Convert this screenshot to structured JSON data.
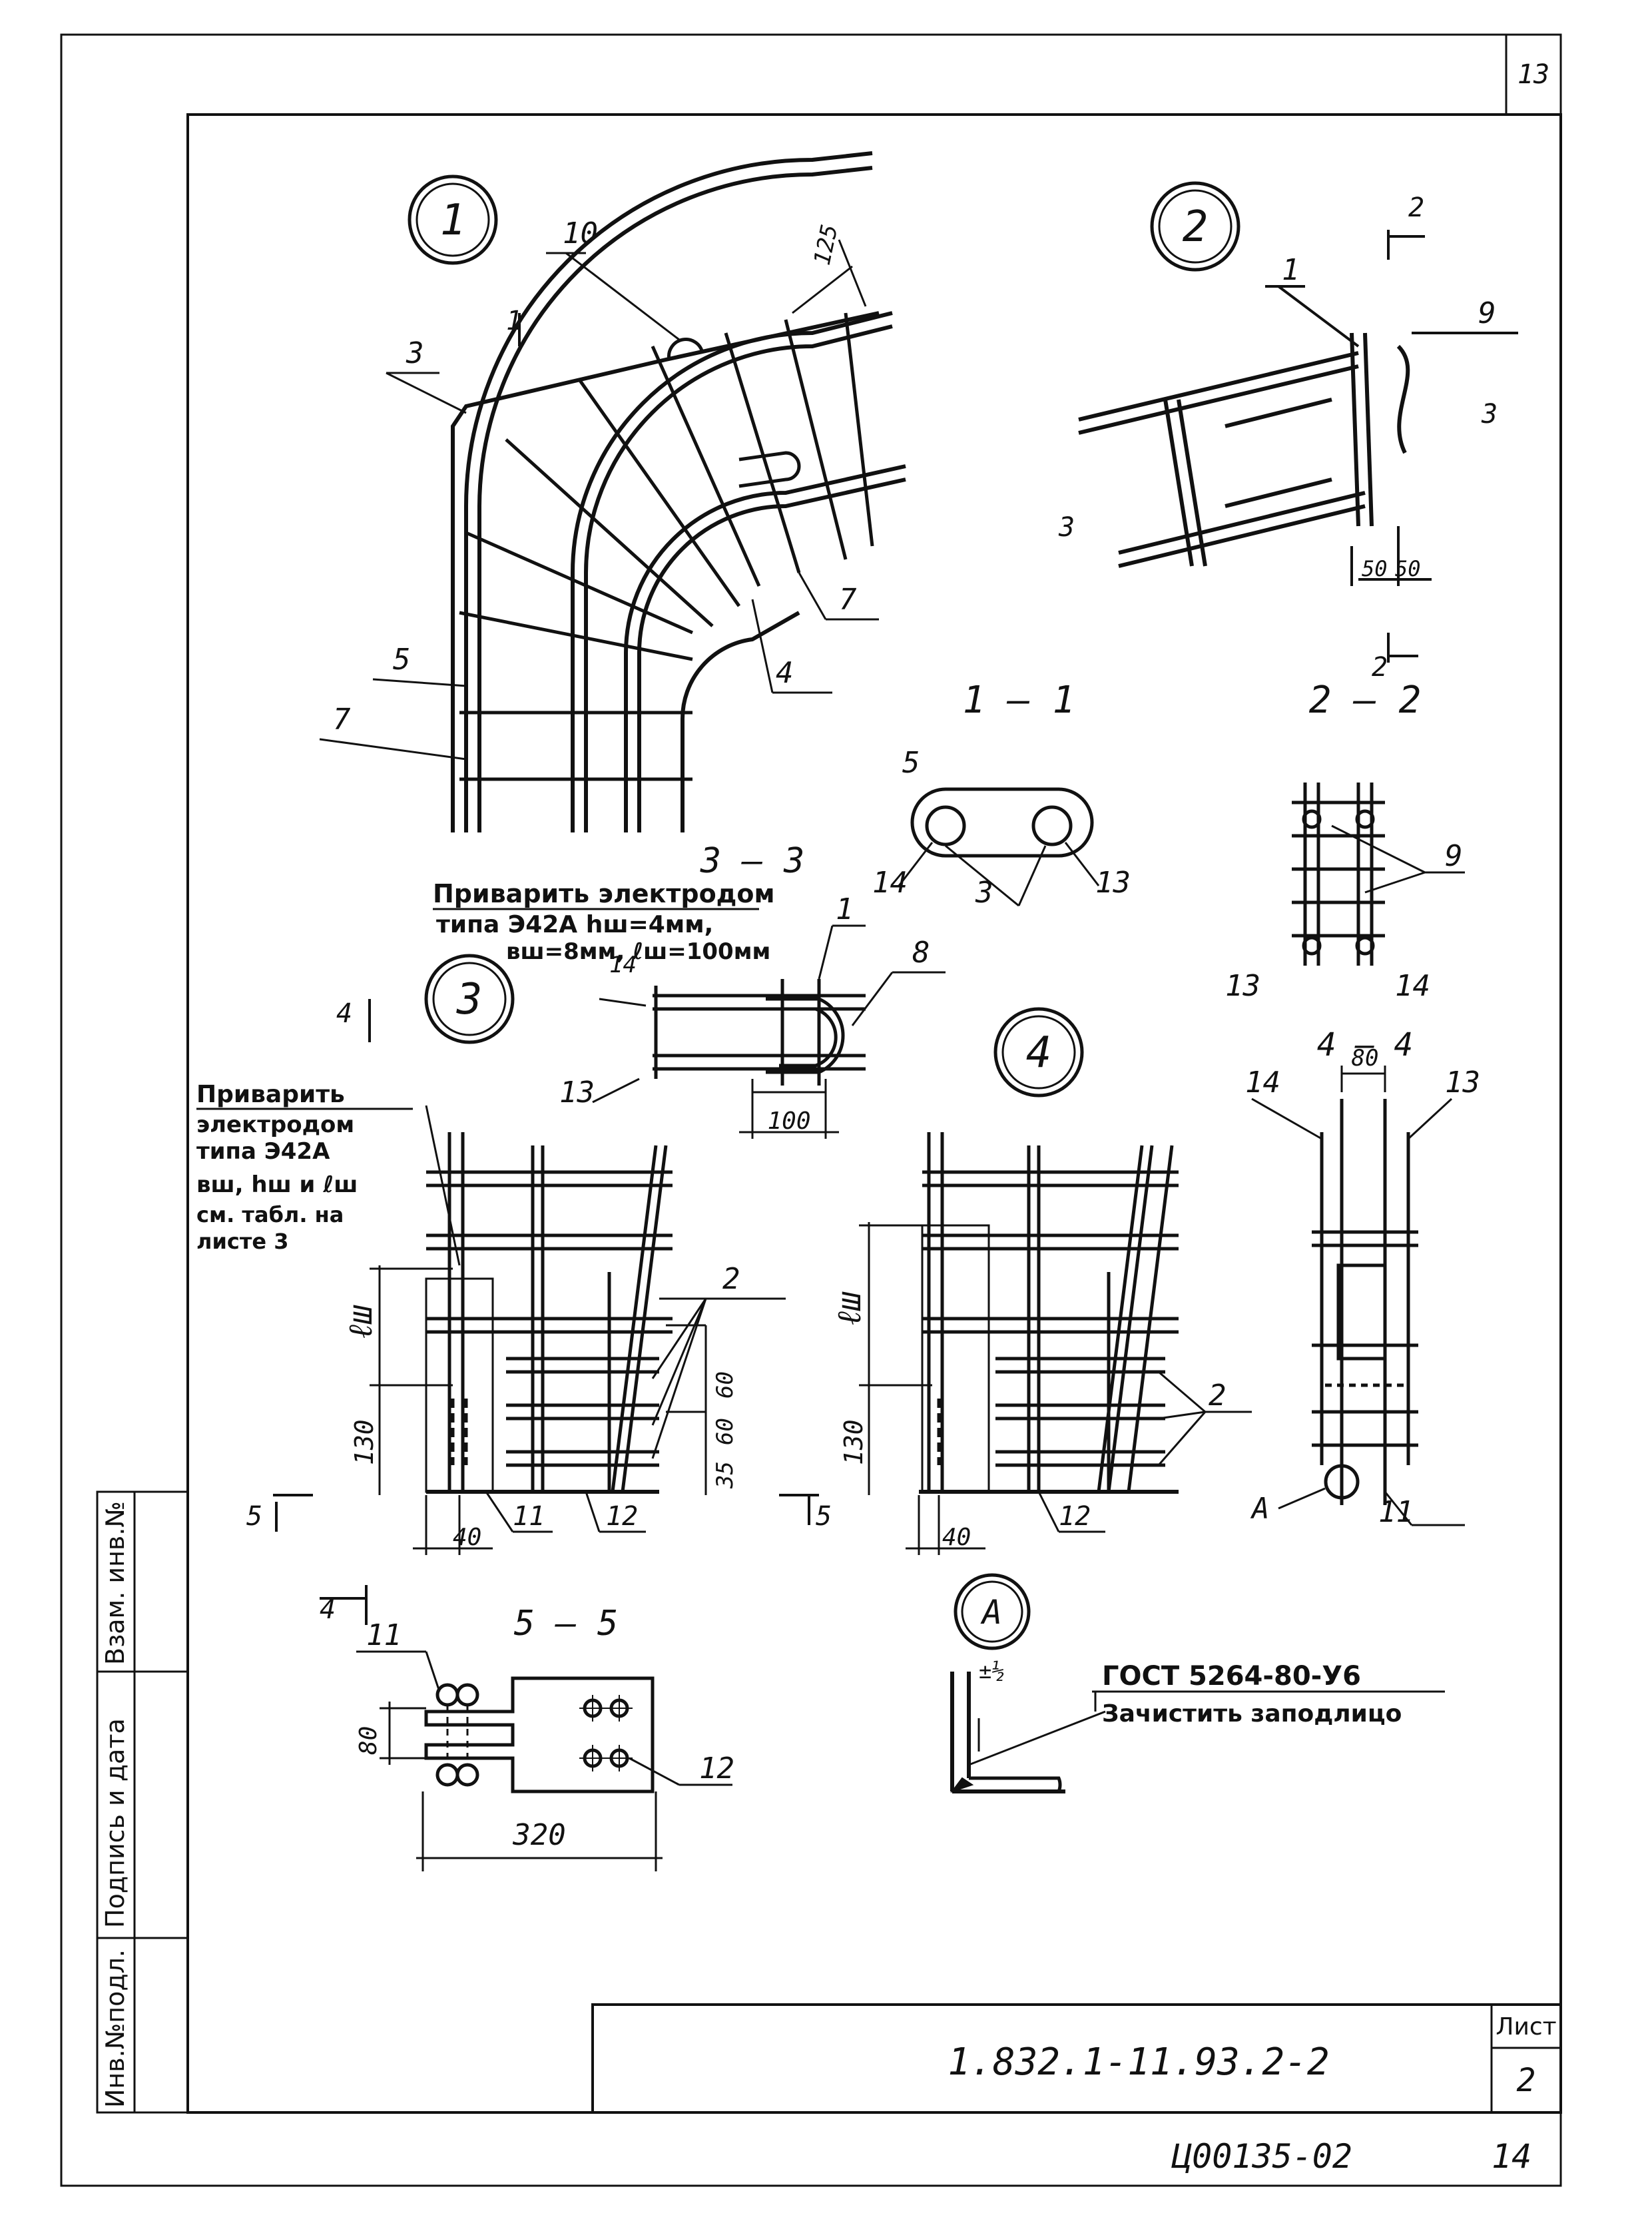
{
  "sheet": {
    "corner_number": "13",
    "document_code": "1.832.1-11.93.2-2",
    "sheet_label": "Лист",
    "sheet_number": "2",
    "archive_number": "Ц00135-02",
    "page_number": "14"
  },
  "side_stamp": {
    "inv_podl": "Инв.№подл.",
    "sign_date": "Подпись и дата",
    "vzam_inv": "Взам. инв.№"
  },
  "views": {
    "v1": "1",
    "v2": "2",
    "v3": "3",
    "v4": "4",
    "vA": "А"
  },
  "sections": {
    "s11": "1 – 1",
    "s22": "2 – 2",
    "s33": "3 – 3",
    "s44": "4 – 4",
    "s55": "5 – 5"
  },
  "section_marks": {
    "m1": "1",
    "m2": "2",
    "m3": "3",
    "m4": "4",
    "m5": "5"
  },
  "callouts": {
    "p1": "1",
    "p2": "2",
    "p3": "3",
    "p4": "4",
    "p5": "5",
    "p7": "7",
    "p8": "8",
    "p9": "9",
    "p10": "10",
    "p11": "11",
    "p12": "12",
    "p13": "13",
    "p14": "14"
  },
  "dimensions": {
    "d125": "125",
    "d50a": "50",
    "d50b": "50",
    "d100": "100",
    "d80": "80",
    "d130": "130",
    "d60": "60",
    "d35": "35",
    "d40": "40",
    "d320": "320",
    "lsh": "ℓш",
    "tol": "±½"
  },
  "notes": {
    "weld_33_line1": "Приварить электродом",
    "weld_33_line2": "типа Э42А  hш=4мм,",
    "weld_33_line3": "вш=8мм,  ℓш=100мм",
    "weld_3_line1": "Приварить",
    "weld_3_line2": "электродом",
    "weld_3_line3": "типа Э42А",
    "weld_3_line4": "вш, hш и ℓш",
    "weld_3_line5": "см. табл. на",
    "weld_3_line6": "листе 3",
    "gost": "ГОСТ 5264-80-У6",
    "clean": "Зачистить заподлицо"
  }
}
